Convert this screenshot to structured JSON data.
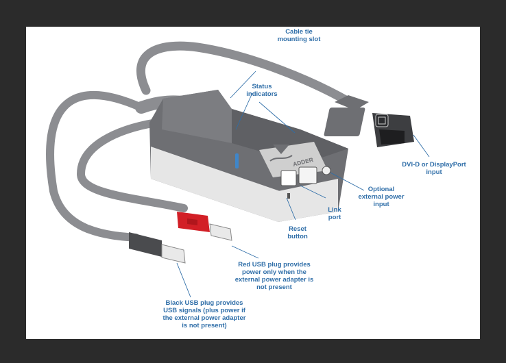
{
  "colors": {
    "background": "#2b2b2b",
    "panel": "#ffffff",
    "label_text": "#2f6ea8",
    "leader_line": "#2f6ea8",
    "device_body": "#6e6f73",
    "device_top": "#7c7d81",
    "front_face": "#e6e6e6",
    "cable": "#8c8d91",
    "red_plug": "#d21f26",
    "black_plug": "#4a4b4e",
    "status_led": "#3f86c9"
  },
  "device": {
    "logo_text": "ADDER",
    "logo_icon": "adder-wave-logo-icon"
  },
  "labels": {
    "cable_tie": "Cable tie\nmounting slot",
    "status": "Status\nindicators",
    "dvi": "DVI-D or DisplayPort\ninput",
    "power": "Optional\nexternal power\ninput",
    "link": "Link\nport",
    "reset": "Reset\nbutton",
    "red_usb": "Red USB plug provides\npower only when the\nexternal power adapter is\nnot present",
    "black_usb": "Black USB plug provides\nUSB signals (plus power if\nthe external power adapter\nis not present)"
  }
}
